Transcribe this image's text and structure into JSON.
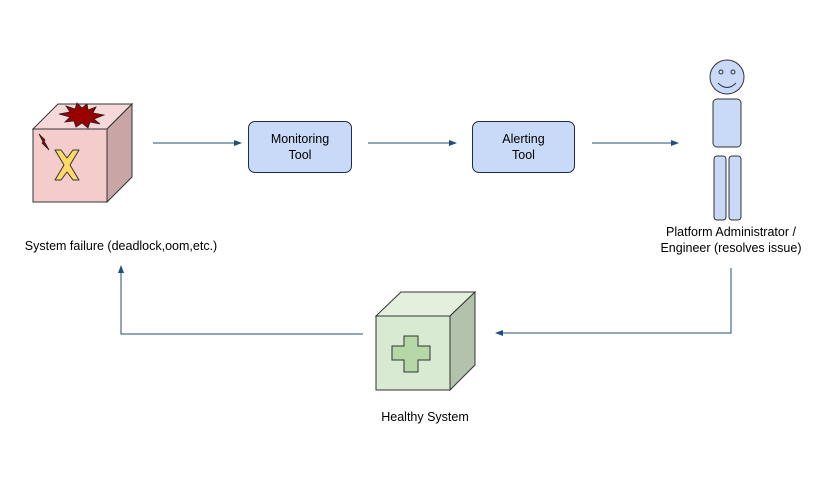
{
  "nodes": {
    "failure_label": "System failure (deadlock,oom,etc.)",
    "monitoring_tool": {
      "line1": "Monitoring",
      "line2": "Tool"
    },
    "alerting_tool": {
      "line1": "Alerting",
      "line2": "Tool"
    },
    "admin_label": {
      "line1": "Platform Administrator /",
      "line2": "Engineer (resolves issue)"
    },
    "healthy_label": "Healthy System"
  },
  "colors": {
    "arrow": "#1f4e79",
    "tool_fill": "#c9daf8",
    "failure_front": "#f4cccc",
    "failure_top": "#f8d9d9",
    "failure_side": "#c9a5a5",
    "healthy_front": "#d9ead3",
    "healthy_top": "#e3f0de",
    "healthy_side": "#b3c2ad",
    "cross_fill": "#ffd966",
    "plus_fill": "#b6d7a8",
    "explosion_fill": "#990000",
    "person_fill": "#c9daf8"
  }
}
